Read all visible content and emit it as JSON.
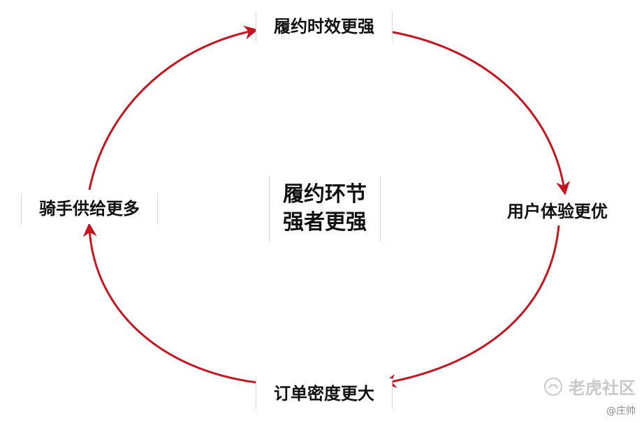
{
  "diagram": {
    "center": {
      "line1": "履约环节",
      "line2": "强者更强"
    },
    "nodes": {
      "top": "履约时效更强",
      "right": "用户体验更优",
      "bottom": "订单密度更大",
      "left": "骑手供给更多"
    },
    "colors": {
      "arrow": "#c8141e",
      "text": "#111111"
    }
  },
  "watermark": {
    "brand": "老虎社区",
    "author": "@庄帅",
    "icon": "tiger-logo-icon"
  }
}
